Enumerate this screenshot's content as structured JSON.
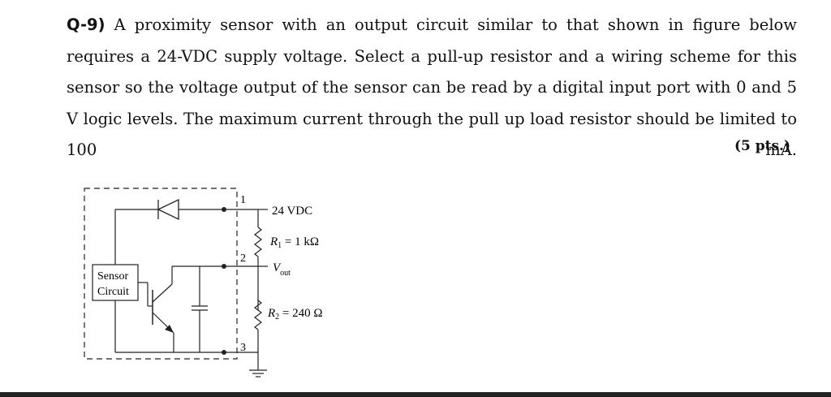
{
  "question": {
    "number": "Q-9)",
    "body": " A proximity sensor with an output circuit similar to that shown in figure below requires a 24-VDC supply voltage. Select a pull-up resistor and a wiring scheme for this sensor so the voltage output of the sensor can be read by a digital input port with 0 and 5 V logic levels. The maximum current through the pull up load resistor should be limited to 100 mA.",
    "points": "(5 pts.)"
  },
  "figure": {
    "supply_label": "24 VDC",
    "r1_label": "R",
    "r1_sub": "1",
    "r1_value": " = 1 kΩ",
    "vout_label": "V",
    "vout_sub": "out",
    "r2_label": "R",
    "r2_sub": "2",
    "r2_value": " = 240 Ω",
    "sensor_line1": "Sensor",
    "sensor_line2": "Circuit",
    "terminal_1": "1",
    "terminal_2": "2",
    "terminal_3": "3"
  }
}
